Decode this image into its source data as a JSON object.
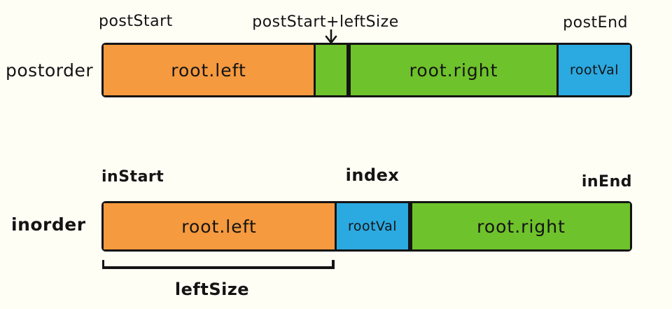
{
  "colors": {
    "background": "#FFFEF5",
    "orange": "#F59A3E",
    "green": "#6EC22B",
    "blue": "#2BA9E1",
    "outline": "#141414"
  },
  "postorder_row": {
    "row_label": "postorder",
    "pointer_labels": {
      "start": "postStart",
      "split": "postStart+leftSize",
      "end": "postEnd"
    },
    "segments": {
      "root_left": "root.left",
      "root_right": "root.right",
      "root_val": "rootVal"
    }
  },
  "inorder_row": {
    "row_label": "inorder",
    "pointer_labels": {
      "start": "inStart",
      "index": "index",
      "end": "inEnd"
    },
    "segments": {
      "root_left": "root.left",
      "root_val": "rootVal",
      "root_right": "root.right"
    }
  },
  "bracket": {
    "label": "leftSize"
  }
}
